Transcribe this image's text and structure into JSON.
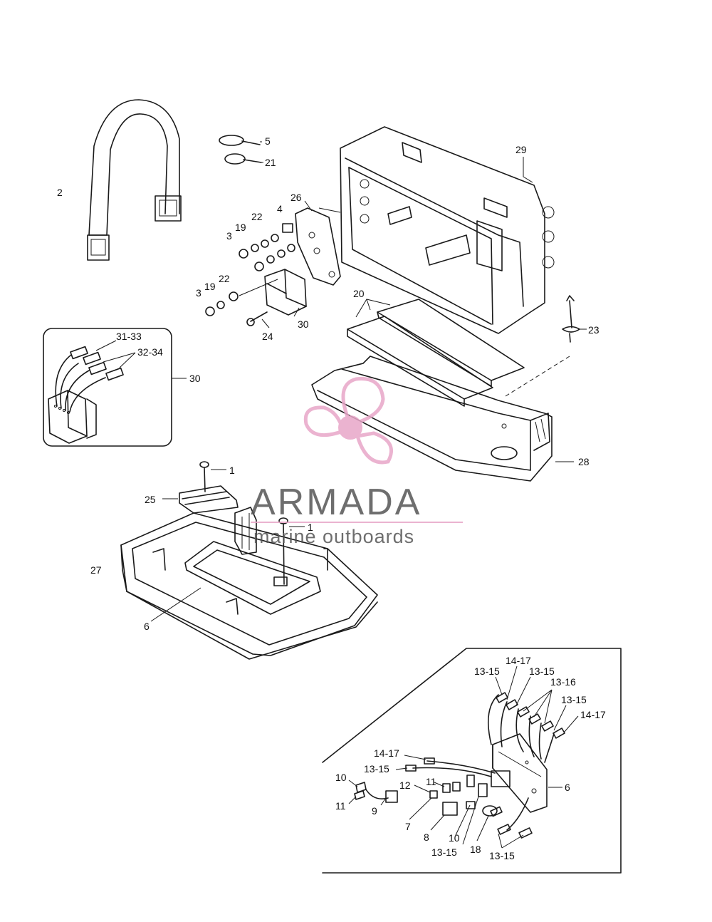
{
  "labels": {
    "strap": "2",
    "cable_tie": "5",
    "cable_tie_2": "21",
    "box_cover": "29",
    "bracket": "26",
    "nut_a": "3",
    "lock_washer_a": "19",
    "washer_a": "22",
    "spacer": "4",
    "nut_b": "3",
    "lock_washer_b": "19",
    "washer_b": "22",
    "relay_main": "30",
    "screw_bolt": "24",
    "pads": "20",
    "pin": "23",
    "relay_detail": "30",
    "relay_wire_a": "31-33",
    "relay_wire_b": "32-34",
    "box_base": "28",
    "bolt_top": "1",
    "harness_clips": "25",
    "bolt_mid": "1",
    "tray": "27",
    "board_main": "6",
    "d_14_17_top": "14-17",
    "d_13_15_a": "13-15",
    "d_13_15_b": "13-15",
    "d_13_16": "13-16",
    "d_13_15_c": "13-15",
    "d_14_17_right": "14-17",
    "d_14_17_left": "14-17",
    "d_13_15_left": "13-15",
    "d_10_top": "10",
    "d_11_mid": "11",
    "d_12": "12",
    "d_11_bottom": "11",
    "d_9": "9",
    "d_7": "7",
    "d_8": "8",
    "d_10_bottom": "10",
    "d_13_15_bottom_a": "13-15",
    "d_18": "18",
    "d_13_15_bottom_b": "13-15",
    "d_6": "6"
  },
  "watermark": {
    "brand": "ARMADA",
    "tagline": "marine outboards",
    "brand_color": "#555555",
    "accent_color": "#e8a6c8"
  }
}
